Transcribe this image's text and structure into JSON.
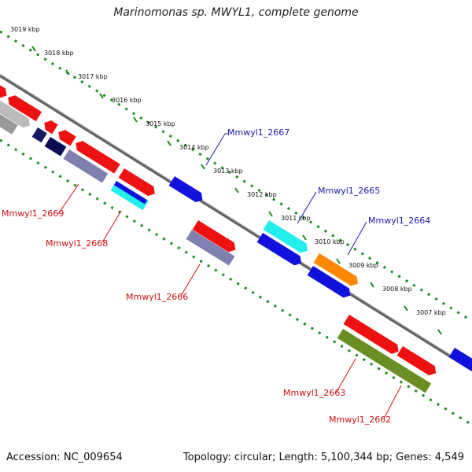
{
  "title": "Marinomonas sp. MWYL1, complete genome",
  "footer": {
    "accession": "Accession: NC_009654",
    "summary": "Topology: circular; Length: 5,100,344 bp; Genes: 4,549"
  },
  "ticks": [
    "3019 kbp",
    "3018 kbp",
    "3017 kbp",
    "3016 kbp",
    "3015 kbp",
    "3014 kbp",
    "3013 kbp",
    "3012 kbp",
    "3011 kbp",
    "3010 kbp",
    "3009 kbp",
    "3008 kbp",
    "3007 kbp"
  ],
  "labels": {
    "g2667": "Mmwyl1_2667",
    "g2665": "Mmwyl1_2665",
    "g2664": "Mmwyl1_2664",
    "g2669": "Mmwyl1_2669",
    "g2668": "Mmwyl1_2668",
    "g2666": "Mmwyl1_2666",
    "g2663": "Mmwyl1_2663",
    "g2662": "Mmwyl1_2662"
  },
  "colors": {
    "forward_label": "#1a1aaa",
    "reverse_label": "#cc1111",
    "tick_dots": "#1a8a1a",
    "backbone": "#777777",
    "gene_red": "#ee1111",
    "gene_blue": "#1111dd",
    "gene_cyan": "#22eeee",
    "gene_orange": "#ff8800",
    "gene_olive": "#6b8e23",
    "gene_grey": "#bbbbbb",
    "gene_navy": "#1a1a66",
    "gene_slate": "#8080b0"
  }
}
